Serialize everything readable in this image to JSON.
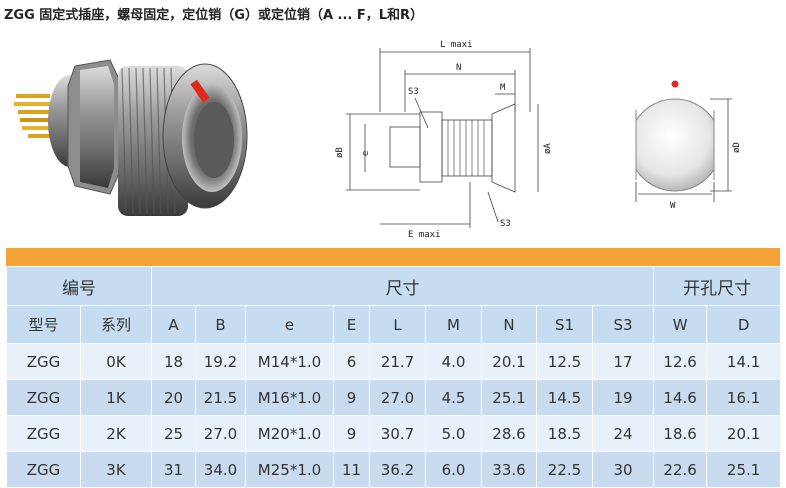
{
  "title": "ZGG 固定式插座，螺母固定，定位销（G）或定位销（A ... F，L和R）",
  "drawing": {
    "l_maxi": "L maxi",
    "n": "N",
    "m": "M",
    "s3_top": "S3",
    "s3_bottom": "S3",
    "e_maxi": "E maxi",
    "phi_b": "øB",
    "e": "e",
    "phi_a": "øA",
    "w": "W",
    "phi_d": "øD"
  },
  "table": {
    "group_headers": [
      "编号",
      "尺寸",
      "开孔尺寸"
    ],
    "columns": [
      "型号",
      "系列",
      "A",
      "B",
      "e",
      "E",
      "L",
      "M",
      "N",
      "S1",
      "S3",
      "W",
      "D"
    ],
    "rows": [
      [
        "ZGG",
        "0K",
        "18",
        "19.2",
        "M14*1.0",
        "6",
        "21.7",
        "4.0",
        "20.1",
        "12.5",
        "17",
        "12.6",
        "14.1"
      ],
      [
        "ZGG",
        "1K",
        "20",
        "21.5",
        "M16*1.0",
        "9",
        "27.0",
        "4.5",
        "25.1",
        "14.5",
        "19",
        "14.6",
        "16.1"
      ],
      [
        "ZGG",
        "2K",
        "25",
        "27.0",
        "M20*1.0",
        "9",
        "30.7",
        "5.0",
        "28.6",
        "18.5",
        "24",
        "18.6",
        "20.1"
      ],
      [
        "ZGG",
        "3K",
        "31",
        "34.0",
        "M25*1.0",
        "11",
        "36.2",
        "6.0",
        "33.6",
        "22.5",
        "30",
        "22.6",
        "25.1"
      ]
    ]
  },
  "colors": {
    "header_bar": "#f4a236",
    "header_bg": "#c6dcf0",
    "row_light": "#e8f1fa",
    "row_dark": "#c9dcef"
  }
}
